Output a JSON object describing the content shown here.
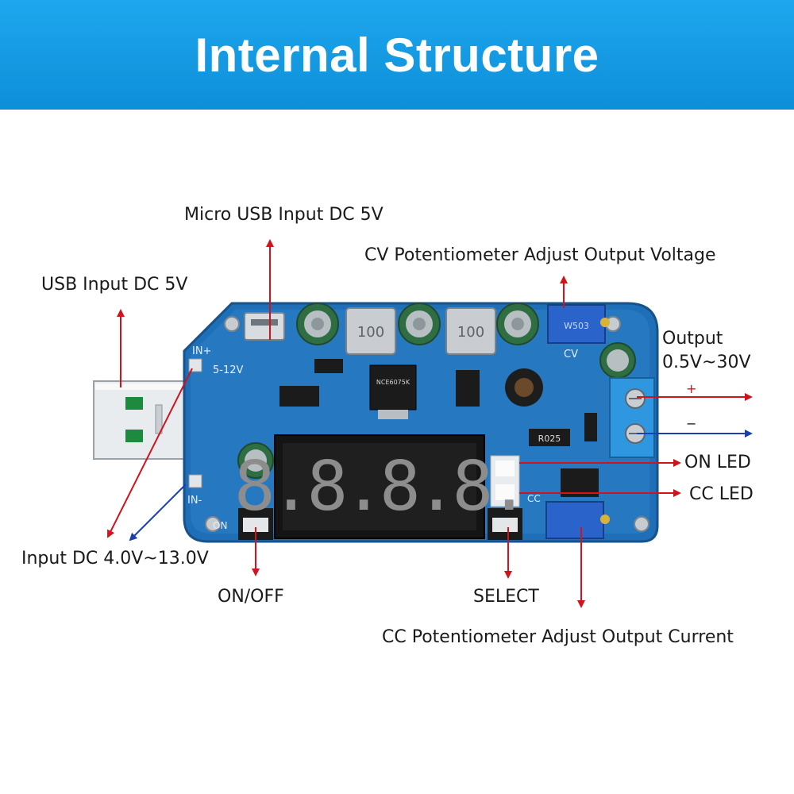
{
  "banner": {
    "title": "Internal Structure",
    "color": "#1a9ee6"
  },
  "callouts": {
    "micro_usb": "Micro USB Input DC 5V",
    "cv_pot": "CV Potentiometer Adjust Output Voltage",
    "usb_input": "USB Input DC 5V",
    "output_title": "Output",
    "output_range": "0.5V~30V",
    "output_plus": "+",
    "output_minus": "−",
    "on_led": "ON LED",
    "cc_led": "CC LED",
    "input_dc": "Input DC 4.0V~13.0V",
    "on_off": "ON/OFF",
    "select": "SELECT",
    "cc_pot": "CC Potentiometer Adjust Output Current"
  },
  "board": {
    "pcb_color": "#1f6fb8",
    "display_digits": "8.8.8.8.",
    "silkscreen": {
      "in_plus": "IN+",
      "in_minus": "IN-",
      "voltage": "5-12V",
      "cv": "CV",
      "cc": "CC",
      "on_label": "ON",
      "inductor_1": "100",
      "inductor_2": "100",
      "mosfet": "NCE6075K",
      "resistor": "R025",
      "pot_marking": "W503"
    }
  },
  "colors": {
    "arrow_red": "#d0141c",
    "arrow_blue": "#1c3fb0"
  }
}
